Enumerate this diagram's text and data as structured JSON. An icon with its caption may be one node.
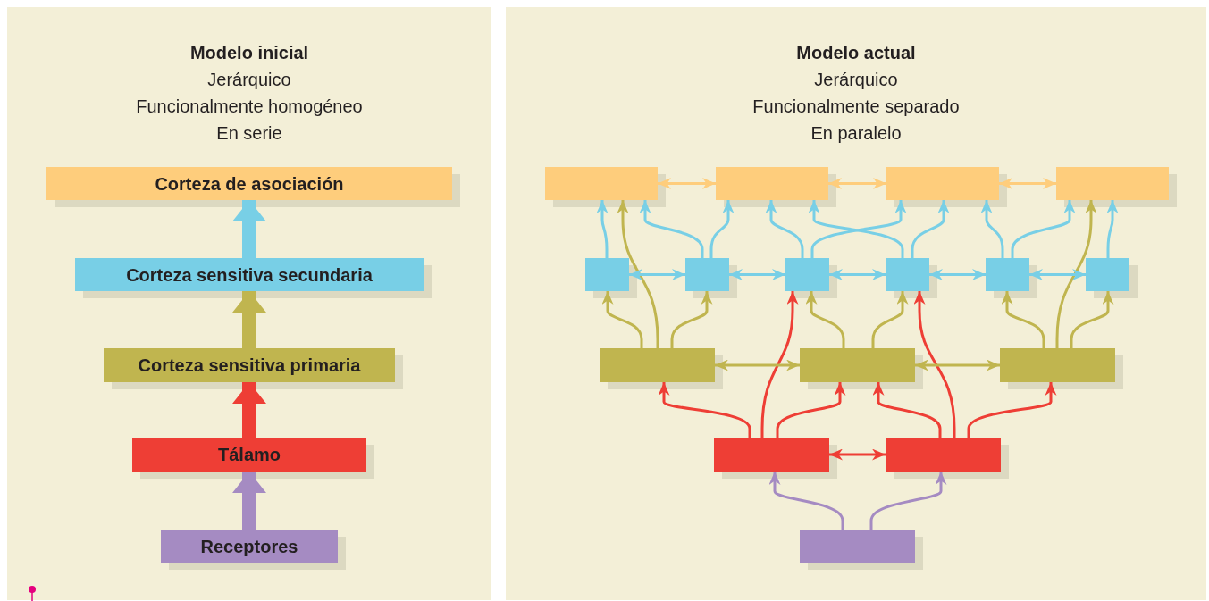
{
  "diagram": {
    "nodes": [
      {
        "text": [
          "Modelo inicial",
          "Jerárquico",
          "Funcionalmente homogéneo",
          "En serie"
        ]
      },
      {
        "text": [
          "Corteza de asociación"
        ],
        "in": 0
      },
      {
        "text": [
          "Corteza sensitiva secundaria"
        ],
        "in": 0
      },
      {
        "text": [
          "Corteza sensitiva primaria"
        ],
        "in": 0
      },
      {
        "text": [
          "Tálamo"
        ],
        "in": 0
      },
      {
        "text": [
          "Receptores"
        ],
        "in": 0
      },
      {
        "text": [
          "Modelo actual",
          "Jerárquico",
          "Funcionalmente separado",
          "En paralelo"
        ]
      },
      {
        "text": [],
        "shape": "box",
        "in": 6
      },
      {
        "text": [],
        "shape": "box",
        "in": 6
      },
      {
        "text": [],
        "shape": "box",
        "in": 6
      },
      {
        "text": [],
        "shape": "box",
        "in": 6
      },
      {
        "text": [],
        "shape": "box",
        "in": 6
      },
      {
        "text": [],
        "shape": "box",
        "in": 6
      },
      {
        "text": [],
        "shape": "box",
        "in": 6
      },
      {
        "text": [],
        "shape": "box",
        "in": 6
      },
      {
        "text": [],
        "shape": "box",
        "in": 6
      },
      {
        "text": [],
        "shape": "box",
        "in": 6
      },
      {
        "text": [],
        "shape": "box",
        "in": 6
      },
      {
        "text": [],
        "shape": "box",
        "in": 6
      },
      {
        "text": [],
        "shape": "box",
        "in": 6
      },
      {
        "text": [],
        "shape": "box",
        "in": 6
      },
      {
        "text": [],
        "shape": "box",
        "in": 6
      },
      {
        "text": [],
        "shape": "box",
        "in": 6
      }
    ],
    "edges": [
      {
        "from": 5,
        "to": 4,
        "arrow": "to",
        "style": "thick",
        "color": "#a58bc2"
      },
      {
        "from": 4,
        "to": 3,
        "arrow": "to",
        "style": "thick",
        "color": "#ee3e35"
      },
      {
        "from": 3,
        "to": 2,
        "arrow": "to",
        "style": "thick",
        "color": "#c0b54f"
      },
      {
        "from": 2,
        "to": 1,
        "arrow": "to",
        "style": "thick"
      },
      {
        "from": 22,
        "to": 20,
        "arrow": "to",
        "color": "#a58bc2"
      },
      {
        "from": 22,
        "to": 21,
        "arrow": "to",
        "color": "#a58bc2"
      },
      {
        "from": 20,
        "to": 21,
        "arrow": "both",
        "color": "#ee3e35"
      },
      {
        "from": 20,
        "to": 17,
        "arrow": "to",
        "color": "#ee3e35"
      },
      {
        "from": 20,
        "to": 13,
        "arrow": "to",
        "color": "#ee3e35"
      },
      {
        "from": 20,
        "to": 18,
        "arrow": "to",
        "color": "#ee3e35"
      },
      {
        "from": 21,
        "to": 18,
        "arrow": "to",
        "color": "#ee3e35"
      },
      {
        "from": 21,
        "to": 14,
        "arrow": "to",
        "color": "#ee3e35"
      },
      {
        "from": 21,
        "to": 19,
        "arrow": "to",
        "color": "#ee3e35"
      },
      {
        "from": 17,
        "to": 18,
        "arrow": "both",
        "color": "#c0b54f"
      },
      {
        "from": 18,
        "to": 19,
        "arrow": "both",
        "color": "#c0b54f"
      },
      {
        "from": 17,
        "to": 11,
        "arrow": "to",
        "color": "#c0b54f"
      },
      {
        "from": 17,
        "to": 7,
        "arrow": "to",
        "color": "#c0b54f"
      },
      {
        "from": 17,
        "to": 12,
        "arrow": "to",
        "color": "#c0b54f"
      },
      {
        "from": 18,
        "to": 13,
        "arrow": "to",
        "color": "#c0b54f"
      },
      {
        "from": 18,
        "to": 14,
        "arrow": "to",
        "color": "#c0b54f"
      },
      {
        "from": 19,
        "to": 15,
        "arrow": "to",
        "color": "#c0b54f"
      },
      {
        "from": 19,
        "to": 10,
        "arrow": "to",
        "color": "#c0b54f"
      },
      {
        "from": 19,
        "to": 16,
        "arrow": "to",
        "color": "#c0b54f"
      },
      {
        "from": 11,
        "to": 7,
        "arrow": "to"
      },
      {
        "from": 12,
        "to": 7,
        "arrow": "to"
      },
      {
        "from": 12,
        "to": 8,
        "arrow": "to"
      },
      {
        "from": 13,
        "to": 8,
        "arrow": "to"
      },
      {
        "from": 13,
        "to": 9,
        "arrow": "to"
      },
      {
        "from": 14,
        "to": 8,
        "arrow": "to"
      },
      {
        "from": 14,
        "to": 9,
        "arrow": "to"
      },
      {
        "from": 15,
        "to": 9,
        "arrow": "to"
      },
      {
        "from": 15,
        "to": 10,
        "arrow": "to"
      },
      {
        "from": 16,
        "to": 10,
        "arrow": "to"
      },
      {
        "from": 7,
        "to": 8,
        "arrow": "both",
        "color": "#fecd7c"
      },
      {
        "from": 8,
        "to": 9,
        "arrow": "both",
        "color": "#fecd7c"
      },
      {
        "from": 9,
        "to": 10,
        "arrow": "both",
        "color": "#fecd7c"
      },
      {
        "from": 11,
        "to": 12,
        "arrow": "both"
      },
      {
        "from": 12,
        "to": 13,
        "arrow": "both"
      },
      {
        "from": 13,
        "to": 14,
        "arrow": "both"
      },
      {
        "from": 14,
        "to": 15,
        "arrow": "both"
      },
      {
        "from": 15,
        "to": 16,
        "arrow": "both"
      }
    ]
  }
}
